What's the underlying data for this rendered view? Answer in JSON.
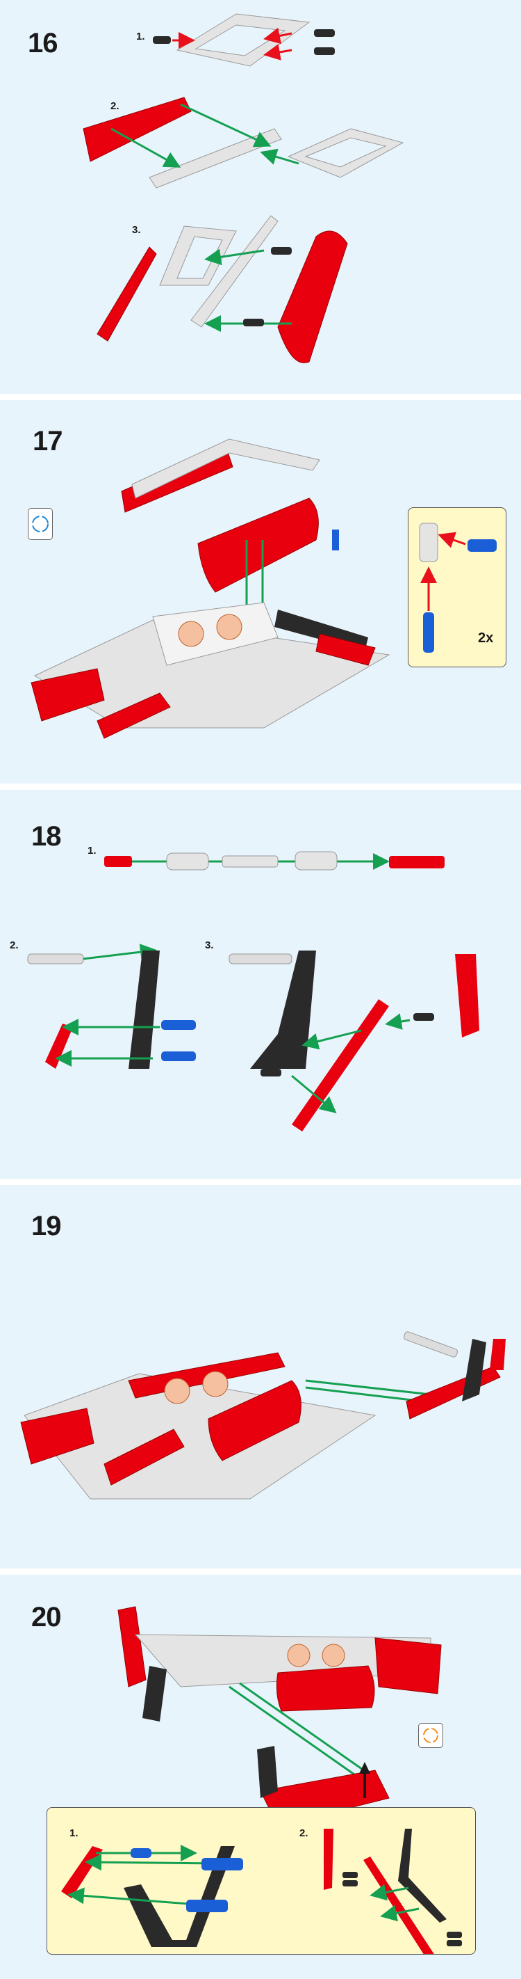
{
  "steps": [
    {
      "number": "16",
      "substeps": [
        "1.",
        "2.",
        "3."
      ]
    },
    {
      "number": "17",
      "callout": {
        "multiplier": "2x"
      },
      "icon": "rotate-model-icon"
    },
    {
      "number": "18",
      "substeps": [
        "1.",
        "2.",
        "3."
      ]
    },
    {
      "number": "19"
    },
    {
      "number": "20",
      "icon": "rotate-model-icon",
      "callout": {
        "substeps": [
          "1.",
          "2."
        ]
      }
    }
  ],
  "colors": {
    "background": "#e8f4fc",
    "separator": "#ffffff",
    "callout": "#fff9c8",
    "red_part": "#e8000f",
    "grey_part": "#e4e4e4",
    "black_part": "#2a2a2a",
    "blue_pin": "#1b5fd6",
    "green_arrow": "#14a050",
    "red_arrow": "#e8101a"
  }
}
